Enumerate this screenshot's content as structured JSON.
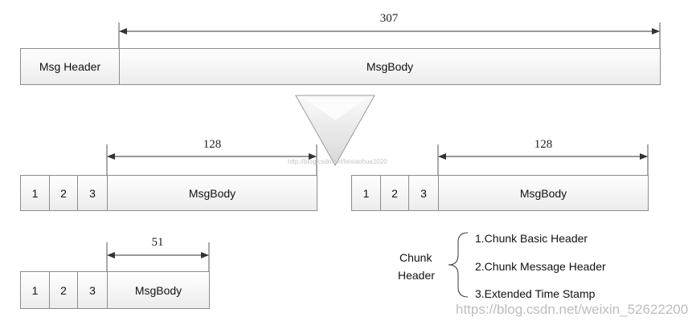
{
  "top": {
    "dimension": "307",
    "header_label": "Msg Header",
    "body_label": "MsgBody"
  },
  "chunk_left": {
    "dimension": "128",
    "cells": [
      "1",
      "2",
      "3"
    ],
    "body_label": "MsgBody"
  },
  "chunk_right": {
    "dimension": "128",
    "cells": [
      "1",
      "2",
      "3"
    ],
    "body_label": "MsgBody"
  },
  "chunk_bottom": {
    "dimension": "51",
    "cells": [
      "1",
      "2",
      "3"
    ],
    "body_label": "MsgBody"
  },
  "legend": {
    "title_line1": "Chunk",
    "title_line2": "Header",
    "items": [
      "1.Chunk Basic Header",
      "2.Chunk Message Header",
      "3.Extended Time Stamp"
    ]
  },
  "watermarks": {
    "center": "http://blog.csdn.net/leixiaohua1020",
    "bottom": "https://blog.csdn.net/weixin_52622200"
  }
}
